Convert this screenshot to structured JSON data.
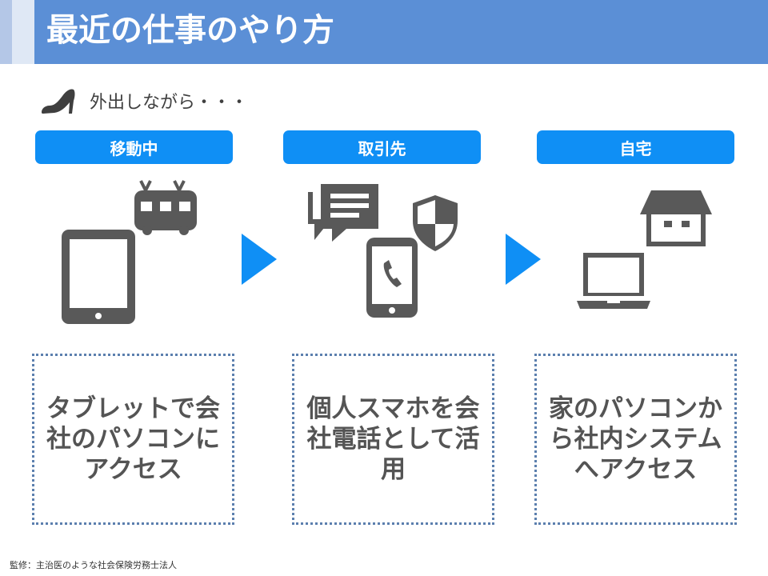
{
  "header": {
    "title": "最近の仕事のやり方"
  },
  "subtitle": {
    "text": "外出しながら・・・"
  },
  "steps": [
    {
      "label": "移動中",
      "description": "タブレットで会社のパソコンにアクセス"
    },
    {
      "label": "取引先",
      "description": "個人スマホを会社電話として活用"
    },
    {
      "label": "自宅",
      "description": "家のパソコンから社内システムへアクセス"
    }
  ],
  "footer": {
    "text": "監修：主治医のような社会保険労務士法人"
  },
  "colors": {
    "header": "#5b8fd6",
    "accent": "#0f8ff5",
    "icon": "#595959",
    "border": "#5b7fae"
  }
}
